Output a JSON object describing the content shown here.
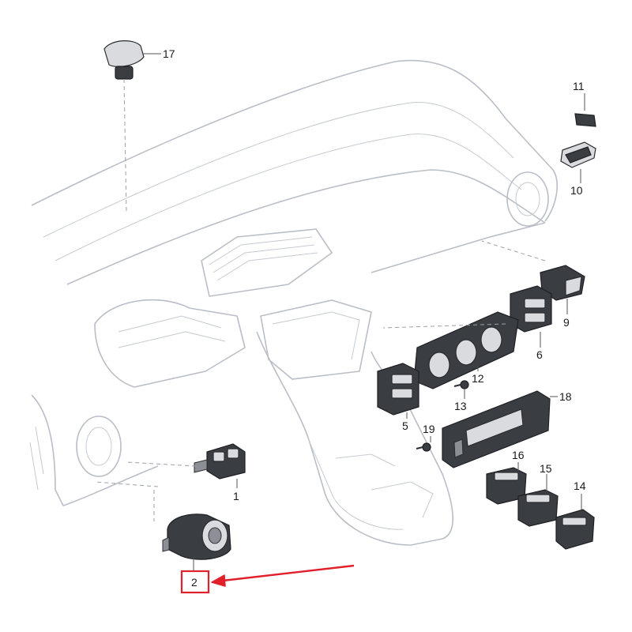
{
  "parts": [
    {
      "id": "p1",
      "number": "1"
    },
    {
      "id": "p2",
      "number": "2"
    },
    {
      "id": "p5",
      "number": "5"
    },
    {
      "id": "p6",
      "number": "6"
    },
    {
      "id": "p9",
      "number": "9"
    },
    {
      "id": "p10",
      "number": "10"
    },
    {
      "id": "p11",
      "number": "11"
    },
    {
      "id": "p12",
      "number": "12"
    },
    {
      "id": "p13",
      "number": "13"
    },
    {
      "id": "p14",
      "number": "14"
    },
    {
      "id": "p15",
      "number": "15"
    },
    {
      "id": "p16",
      "number": "16"
    },
    {
      "id": "p17",
      "number": "17"
    },
    {
      "id": "p18",
      "number": "18"
    },
    {
      "id": "p19",
      "number": "19"
    }
  ],
  "highlight": {
    "part_number": "2",
    "color": "#e0202a"
  },
  "colors": {
    "outline": "#b9bec7",
    "part_dark": "#3a3d42",
    "part_light": "#d9dbde"
  }
}
